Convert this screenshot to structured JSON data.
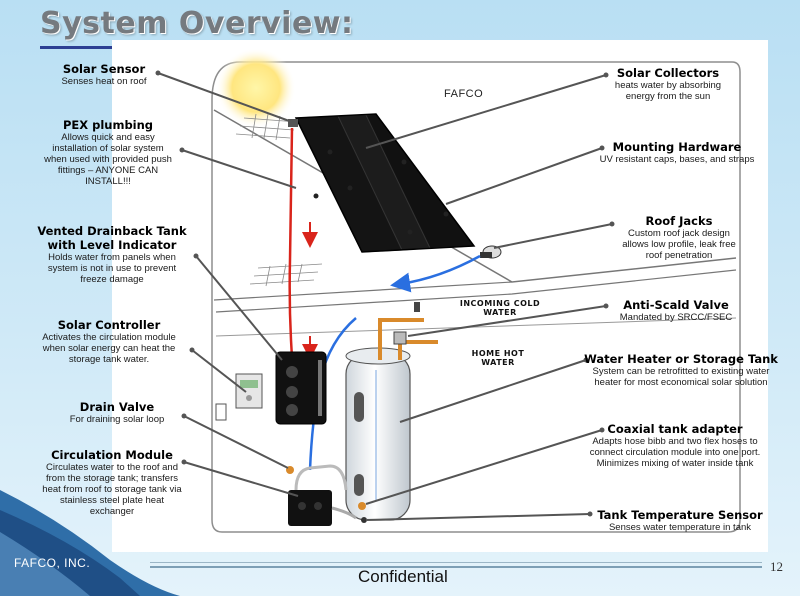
{
  "slide": {
    "title": "System Overview:",
    "diagram_brand": "FAFCO",
    "labels": {
      "incoming_cold_water": "INCOMING COLD\nWATER",
      "home_hot_water": "HOME HOT\nWATER"
    },
    "callouts_left": [
      {
        "title": "Solar Sensor",
        "desc": "Senses heat on roof"
      },
      {
        "title": "PEX plumbing",
        "desc": "Allows quick and easy\ninstallation of solar system\nwhen used with provided push\nfittings – ANYONE CAN\nINSTALL!!!"
      },
      {
        "title": "Vented Drainback Tank\nwith Level Indicator",
        "desc": "Holds water from panels when\nsystem is not in use to prevent\nfreeze damage"
      },
      {
        "title": "Solar Controller",
        "desc": "Activates the circulation module\nwhen solar energy can heat the\nstorage tank water."
      },
      {
        "title": "Drain Valve",
        "desc": "For draining solar loop"
      },
      {
        "title": "Circulation Module",
        "desc": "Circulates water to the roof and\nfrom the storage tank; transfers\nheat from roof to storage tank via\nstainless steel plate heat\nexchanger"
      }
    ],
    "callouts_right": [
      {
        "title": "Solar Collectors",
        "desc": "heats water by absorbing\nenergy from the sun"
      },
      {
        "title": "Mounting Hardware",
        "desc": "UV resistant caps, bases, and straps"
      },
      {
        "title": "Roof Jacks",
        "desc": "Custom roof jack design\nallows low profile, leak free\nroof penetration"
      },
      {
        "title": "Anti-Scald Valve",
        "desc": "Mandated by SRCC/FSEC"
      },
      {
        "title": "Water Heater or Storage Tank",
        "desc": "System can be retrofitted to existing water\nheater for most economical solar solution"
      },
      {
        "title": "Coaxial tank adapter",
        "desc": "Adapts hose bibb and two flex hoses to\nconnect circulation module into one port.\nMinimizes mixing of water inside tank"
      },
      {
        "title": "Tank Temperature Sensor",
        "desc": "Senses water temperature in tank"
      }
    ]
  },
  "footer": {
    "company": "FAFCO, INC.",
    "confidential": "Confidential",
    "page_number": "12"
  },
  "colors": {
    "title_rule": "#2c3f93",
    "collector": "#111111",
    "hot_pipe": "#d9241b",
    "cold_pipe": "#2a6fe0",
    "copper_pipe": "#d98a2b",
    "leader_line": "#555555"
  },
  "icons": [
    "sun-icon",
    "roof-shingles-icon",
    "solar-collector-icon",
    "storage-tank-icon",
    "drainback-tank-icon",
    "controller-icon",
    "circulation-module-icon",
    "flow-arrow-icon"
  ]
}
